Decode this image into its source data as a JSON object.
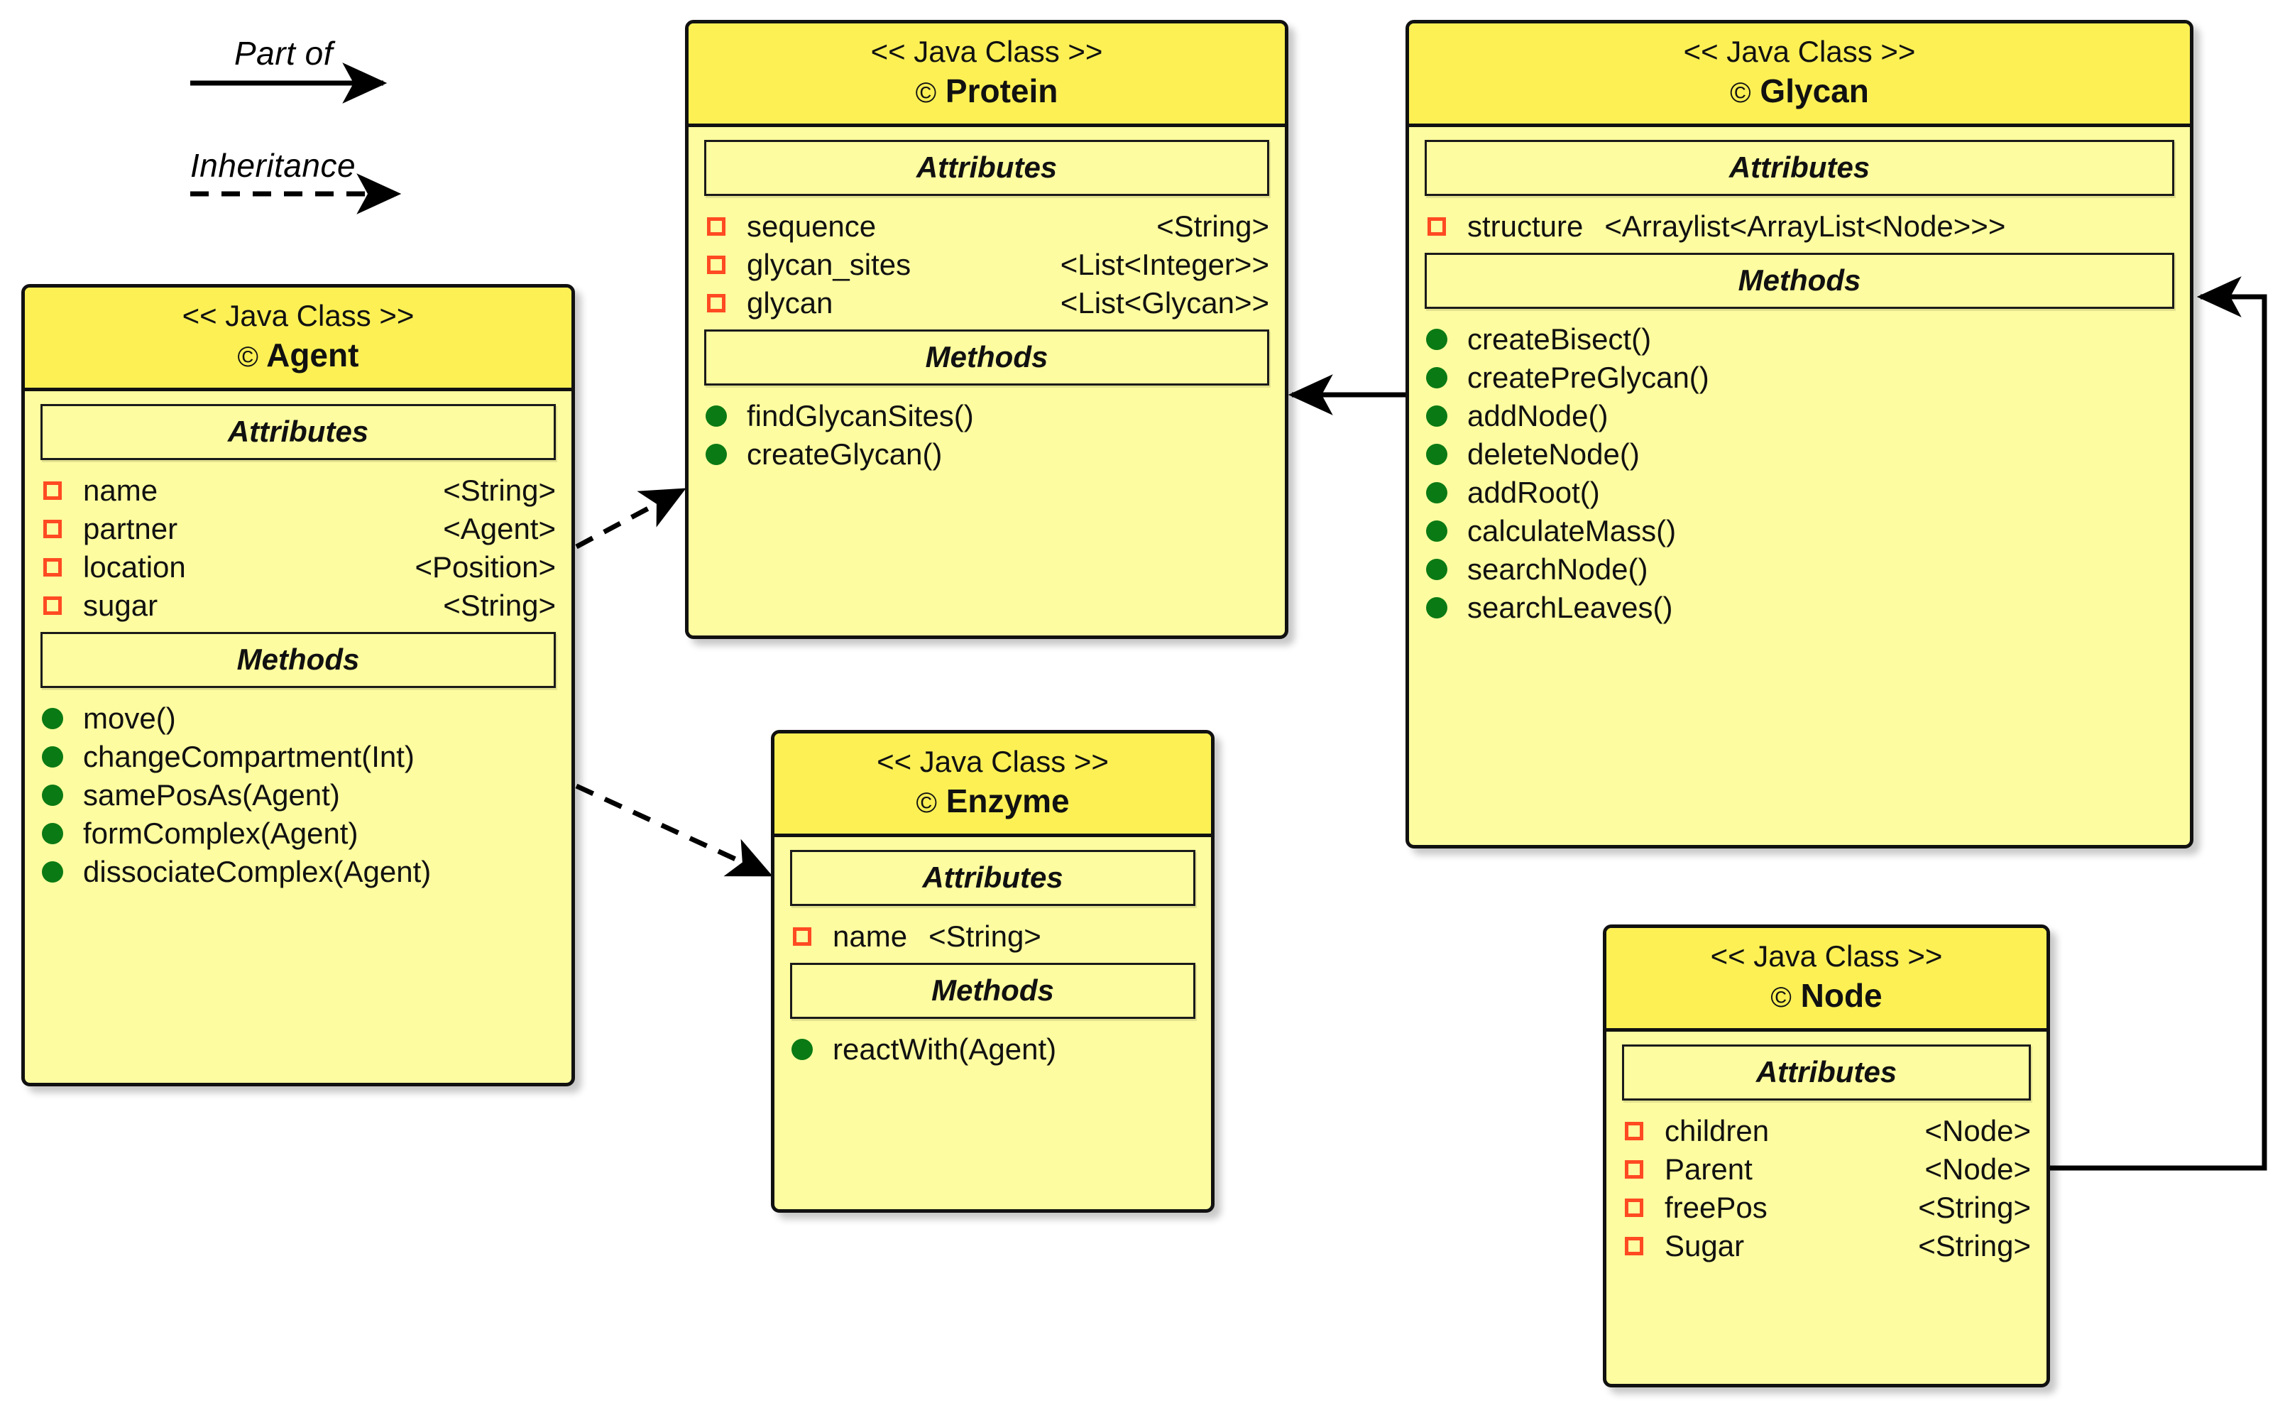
{
  "legend": {
    "items": [
      {
        "label": "Part of",
        "style": "solid",
        "icon": "solid-arrow-icon"
      },
      {
        "label": "Inheritance",
        "style": "dashed",
        "icon": "dashed-arrow-icon"
      }
    ]
  },
  "stereotype": "<< Java Class >>",
  "copyright_glyph": "©",
  "sections": {
    "attributes": "Attributes",
    "methods": "Methods"
  },
  "classes": {
    "agent": {
      "stereotype": "<< Java Class >>",
      "name": "Agent",
      "attributes_header": "Attributes",
      "methods_header": "Methods",
      "attributes": [
        {
          "name": "name",
          "type": "<String>"
        },
        {
          "name": "partner",
          "type": "<Agent>"
        },
        {
          "name": "location",
          "type": "<Position>"
        },
        {
          "name": "sugar",
          "type": "<String>"
        }
      ],
      "methods": [
        {
          "name": "move()"
        },
        {
          "name": "changeCompartment(Int)"
        },
        {
          "name": "samePosAs(Agent)"
        },
        {
          "name": "formComplex(Agent)"
        },
        {
          "name": "dissociateComplex(Agent)"
        }
      ]
    },
    "protein": {
      "stereotype": "<< Java Class >>",
      "name": "Protein",
      "attributes_header": "Attributes",
      "methods_header": "Methods",
      "attributes": [
        {
          "name": "sequence",
          "type": "<String>"
        },
        {
          "name": "glycan_sites",
          "type": "<List<Integer>>"
        },
        {
          "name": "glycan",
          "type": "<List<Glycan>>"
        }
      ],
      "methods": [
        {
          "name": "findGlycanSites()"
        },
        {
          "name": "createGlycan()"
        }
      ]
    },
    "glycan": {
      "stereotype": "<< Java Class >>",
      "name": "Glycan",
      "attributes_header": "Attributes",
      "methods_header": "Methods",
      "attributes": [
        {
          "name": "structure",
          "type": "<Arraylist<ArrayList<Node>>>"
        }
      ],
      "methods": [
        {
          "name": "createBisect()"
        },
        {
          "name": "createPreGlycan()"
        },
        {
          "name": "addNode()"
        },
        {
          "name": "deleteNode()"
        },
        {
          "name": "addRoot()"
        },
        {
          "name": "calculateMass()"
        },
        {
          "name": "searchNode()"
        },
        {
          "name": "searchLeaves()"
        }
      ]
    },
    "enzyme": {
      "stereotype": "<< Java Class >>",
      "name": "Enzyme",
      "attributes_header": "Attributes",
      "methods_header": "Methods",
      "attributes": [
        {
          "name": "name",
          "type": "<String>"
        }
      ],
      "methods": [
        {
          "name": "reactWith(Agent)"
        }
      ]
    },
    "node": {
      "stereotype": "<< Java Class >>",
      "name": "Node",
      "attributes_header": "Attributes",
      "attributes": [
        {
          "name": "children",
          "type": "<Node>"
        },
        {
          "name": "Parent",
          "type": "<Node>"
        },
        {
          "name": "freePos",
          "type": "<String>"
        },
        {
          "name": "Sugar",
          "type": "<String>"
        }
      ],
      "methods": []
    }
  },
  "relationships": [
    {
      "from": "Agent",
      "to": "Protein",
      "type": "Inheritance",
      "style": "dashed"
    },
    {
      "from": "Agent",
      "to": "Enzyme",
      "type": "Inheritance",
      "style": "dashed"
    },
    {
      "from": "Glycan",
      "to": "Protein",
      "type": "Part of",
      "style": "solid"
    },
    {
      "from": "Node",
      "to": "Glycan",
      "type": "Part of",
      "style": "solid"
    }
  ],
  "colors": {
    "header_fill": "#fcf055",
    "body_fill": "#fdfca0",
    "border": "#111111",
    "attribute_marker": "#ff4a22",
    "method_marker": "#0a7a14",
    "connector": "#000000",
    "background": "#ffffff"
  }
}
